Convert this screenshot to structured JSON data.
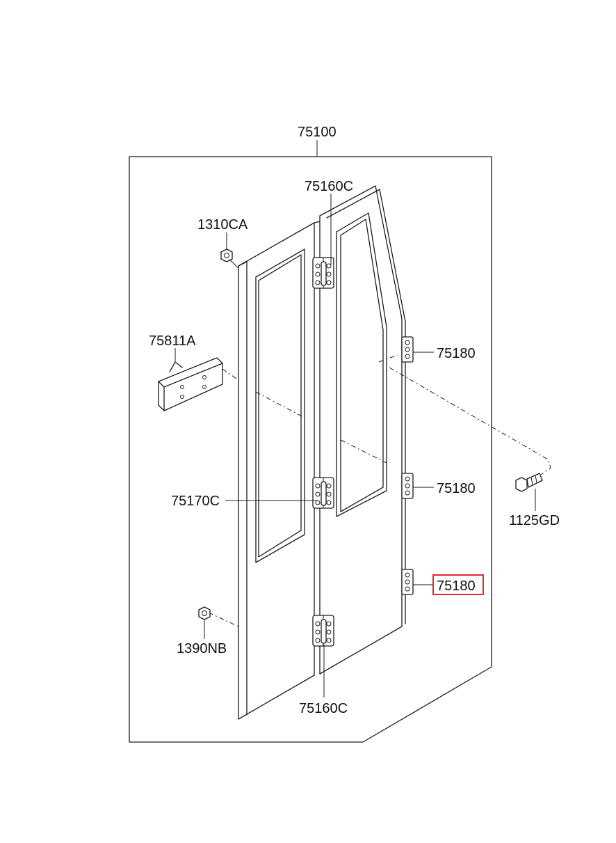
{
  "diagram": {
    "labels": {
      "assembly": "75100",
      "hinge_top": "75160C",
      "hinge_bottom": "75160C",
      "hinge_mid": "75170C",
      "nut_top": "1310CA",
      "bracket": "75811A",
      "striker_1": "75180",
      "striker_2": "75180",
      "striker_3": "75180",
      "bolt": "1125GD",
      "nut_bottom": "1390NB"
    },
    "highlighted_label": "striker_3",
    "highlight_color": "#e8262e"
  }
}
